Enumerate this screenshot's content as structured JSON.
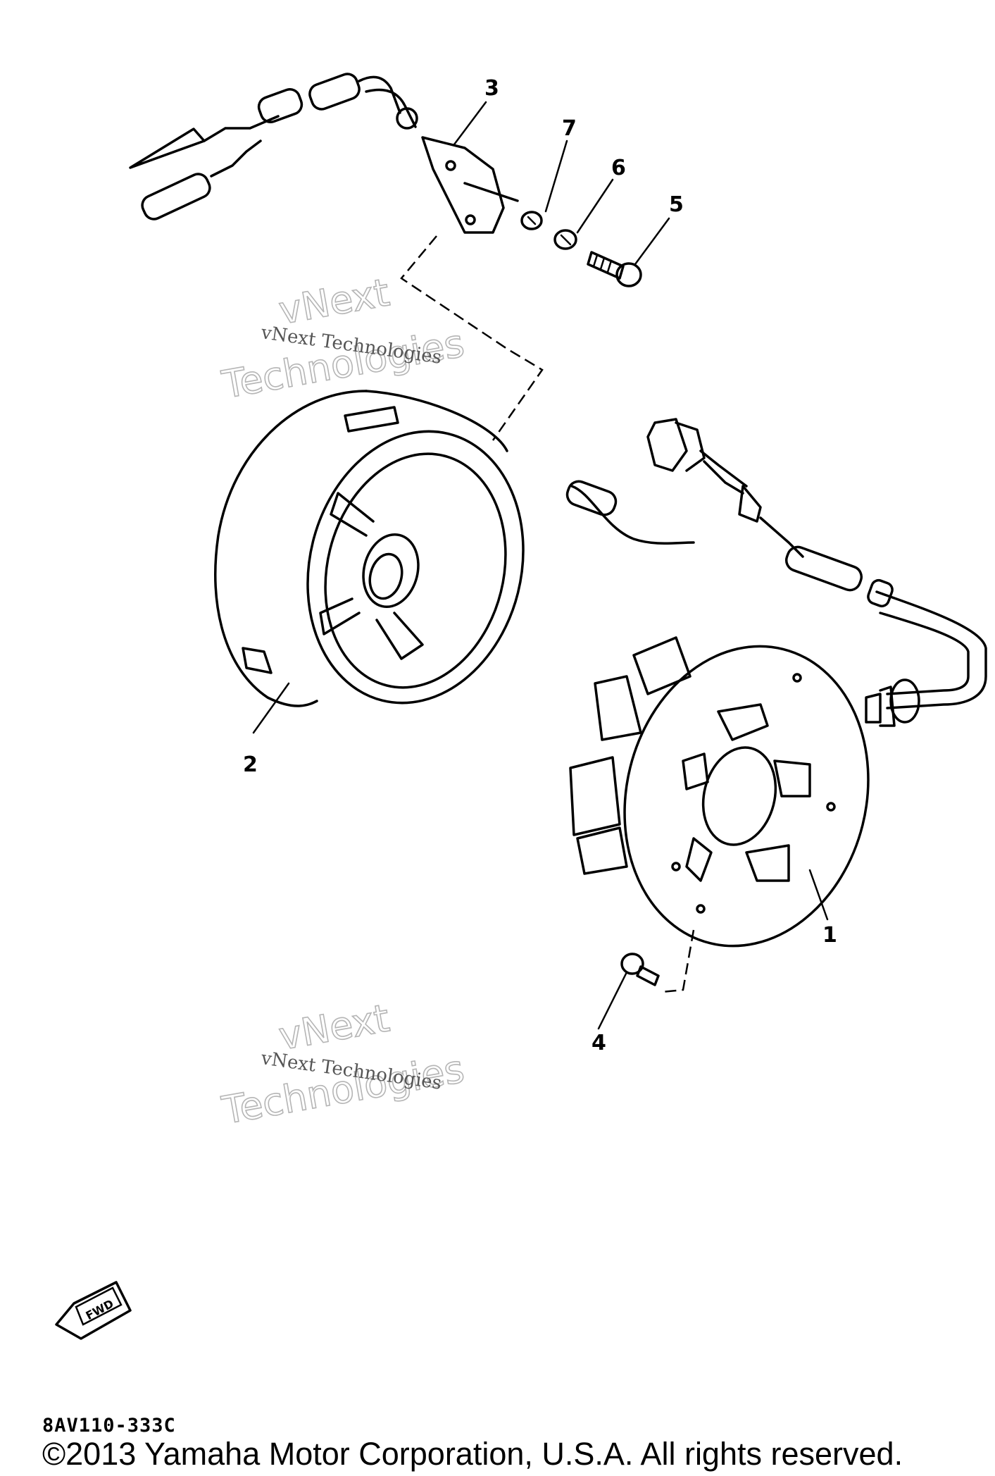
{
  "diagram": {
    "callouts": [
      "1",
      "2",
      "3",
      "4",
      "5",
      "6",
      "7"
    ],
    "watermark": {
      "small_text": "vNext Technologies",
      "big_line1": "vNext",
      "big_line2": "Technologies"
    },
    "direction_badge": "FWD",
    "drawing_code": "8AV110-333C"
  },
  "footer": {
    "copyright": "©2013 Yamaha Motor Corporation, U.S.A. All rights reserved."
  }
}
